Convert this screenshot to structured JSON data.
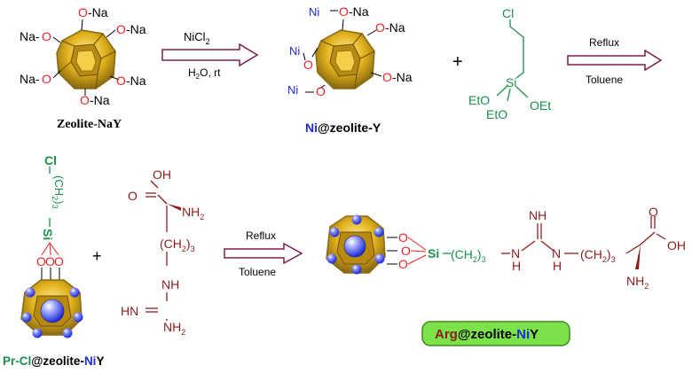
{
  "colors": {
    "zeolite_gold": "#e2b21c",
    "zeolite_dark": "#8a6a10",
    "oxygen_red": "#e8242a",
    "nickel_blue": "#1e2bd4",
    "reagent_green": "#1a8f4a",
    "arginine_red": "#8b1c1c",
    "arrow_maroon": "#7a1f4e",
    "badge_green": "#7be24a",
    "text_black": "#000000"
  },
  "zeolite_nay": {
    "sodium_groups": [
      "O-Na",
      "O-Na",
      "Na-O",
      "Na-O",
      "O-Na",
      "O-Na"
    ],
    "caption": "Zeolite-NaY"
  },
  "step1": {
    "reagent": "NiCl",
    "reagent_sub": "2",
    "condition_main": "H",
    "condition_sub": "2",
    "condition_rest": "O, rt"
  },
  "ni_zeolite": {
    "ni_labels": [
      "Ni",
      "Ni",
      "Ni"
    ],
    "o_labels": [
      "O",
      "O",
      "O"
    ],
    "na_groups": [
      "O-Na",
      "O-Na",
      "O-Na"
    ],
    "caption_ni": "Ni",
    "caption_rest": "@zeolite-Y"
  },
  "plus": "+",
  "silane": {
    "cl": "Cl",
    "si": "Si",
    "eto_left": "EtO",
    "eto_bottom": "EtO",
    "oet_right": "OEt"
  },
  "step2": {
    "top": "Reflux",
    "bottom": "Toluene"
  },
  "pr_cl": {
    "cl": "Cl",
    "chain": "(CH",
    "chain_sub": "2",
    "chain_end": ")",
    "chain_idx": "3",
    "si": "Si",
    "o_labels": [
      "O",
      "O",
      "O"
    ],
    "caption_prcl": "Pr-Cl",
    "caption_at": "@zeolite-",
    "caption_ni": "Ni",
    "caption_y": "Y"
  },
  "arginine": {
    "oh": "OH",
    "o": "O",
    "nh2": "NH",
    "nh2_sub": "2",
    "chain": "(CH",
    "chain_sub": "2",
    "chain_end": ")",
    "chain_idx": "3",
    "nh": "NH",
    "hn": "HN",
    "nh2_bottom": "NH",
    "nh2_bottom_sub": "2"
  },
  "step3": {
    "top": "Reflux",
    "bottom": "Toluene"
  },
  "product": {
    "o_labels": [
      "O",
      "O",
      "O"
    ],
    "si": "Si",
    "chain1": "(CH",
    "chain1_sub": "2",
    "chain1_end": ")",
    "chain1_idx": "3",
    "nh_imine": "NH",
    "n_h1": "N",
    "h1": "H",
    "n_h2": "N",
    "h2": "H",
    "chain2": "(CH",
    "chain2_sub": "2",
    "chain2_end": ")",
    "chain2_idx": "3",
    "o": "O",
    "oh": "OH",
    "nh2": "NH",
    "nh2_sub": "2",
    "badge_arg": "Arg",
    "badge_at": "@zeolite-",
    "badge_ni": "Ni",
    "badge_y": "Y"
  }
}
